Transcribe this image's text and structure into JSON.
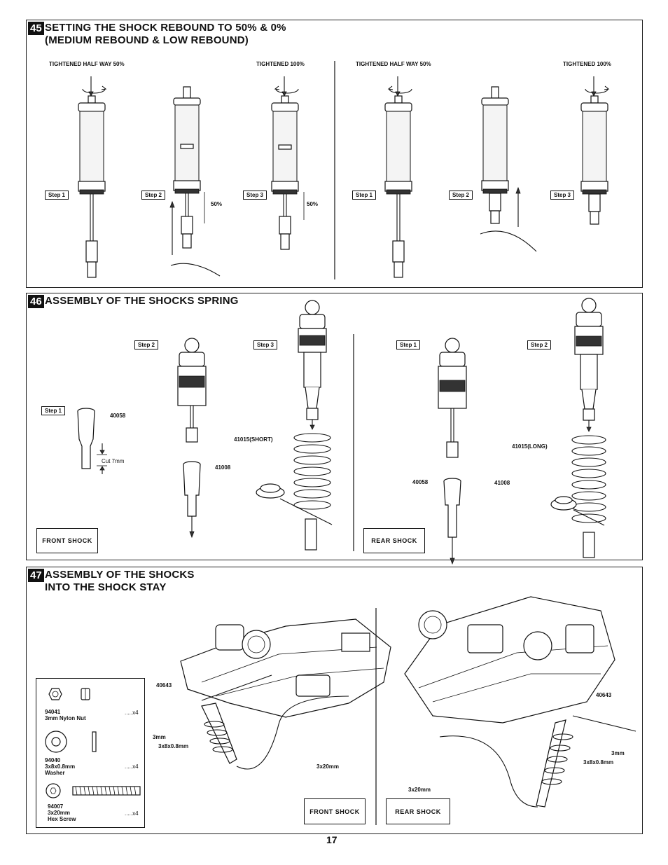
{
  "page_number": "17",
  "s45": {
    "num": "45",
    "title1": "SETTING THE SHOCK REBOUND TO 50% & 0%",
    "title2": "(MEDIUM REBOUND & LOW REBOUND)",
    "tight50_left": "TIGHTENED HALF WAY 50%",
    "tight100_left": "TIGHTENED 100%",
    "tight50_right": "TIGHTENED HALF WAY 50%",
    "tight100_right": "TIGHTENED 100%",
    "steps": [
      "Step 1",
      "Step 2",
      "Step 3",
      "Step 1",
      "Step 2",
      "Step 3"
    ],
    "pct1": "50%",
    "pct2": "50%"
  },
  "s46": {
    "num": "46",
    "title": "ASSEMBLY OF THE SHOCKS SPRING",
    "steps_front": [
      "Step 1",
      "Step 2",
      "Step 3"
    ],
    "steps_rear": [
      "Step 1",
      "Step 2"
    ],
    "p40058a": "40058",
    "cut": "Cut 7mm",
    "p41015s": "41015(SHORT)",
    "p41008a": "41008",
    "p41015l": "41015(LONG)",
    "p40058b": "40058",
    "p41008b": "41008",
    "front_shock": "FRONT SHOCK",
    "rear_shock": "REAR SHOCK"
  },
  "s47": {
    "num": "47",
    "title1": "ASSEMBLY OF THE SHOCKS",
    "title2": "INTO THE SHOCK STAY",
    "p40643a": "40643",
    "p3mma": "3mm",
    "washa": "3x8x0.8mm",
    "scrwa": "3x20mm",
    "p40643b": "40643",
    "p3mmb": "3mm",
    "washb": "3x8x0.8mm",
    "scrwb": "3x20mm",
    "front_shock": "FRONT SHOCK",
    "rear_shock": "REAR SHOCK",
    "legend": [
      {
        "part": "94041",
        "desc": "3mm Nylon Nut",
        "qty": ".....x4"
      },
      {
        "part": "94040",
        "desc": "3x8x0.8mm",
        "desc2": "Washer",
        "qty": ".....x4"
      },
      {
        "part": "94007",
        "desc": "3x20mm",
        "desc2": "Hex Screw",
        "qty": ".....x4"
      }
    ]
  }
}
